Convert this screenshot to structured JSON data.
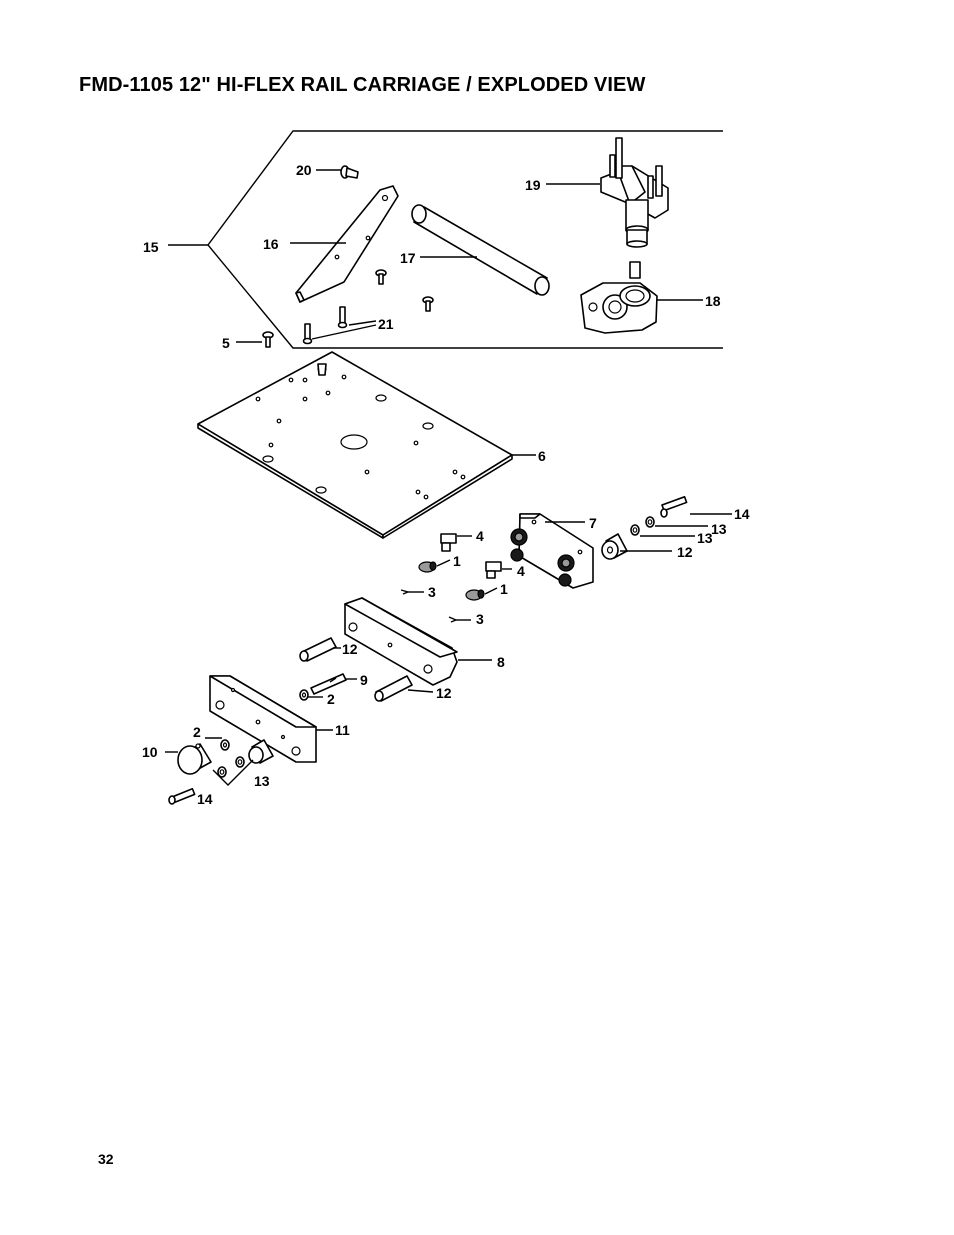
{
  "title": "FMD-1105 12\" HI-FLEX RAIL CARRIAGE / EXPLODED VIEW",
  "page_number": "32",
  "callouts": {
    "c20": "20",
    "c19": "19",
    "c15": "15",
    "c16": "16",
    "c17": "17",
    "c18": "18",
    "c21": "21",
    "c5": "5",
    "c6": "6",
    "c4a": "4",
    "c7": "7",
    "c14a": "14",
    "c13a": "13",
    "c13b": "13",
    "c12a": "12",
    "c1a": "1",
    "c4b": "4",
    "c1b": "1",
    "c3a": "3",
    "c3b": "3",
    "c12b": "12",
    "c8": "8",
    "c9": "9",
    "c2a": "2",
    "c12c": "12",
    "c11": "11",
    "c2b": "2",
    "c10": "10",
    "c13c": "13",
    "c14b": "14"
  }
}
